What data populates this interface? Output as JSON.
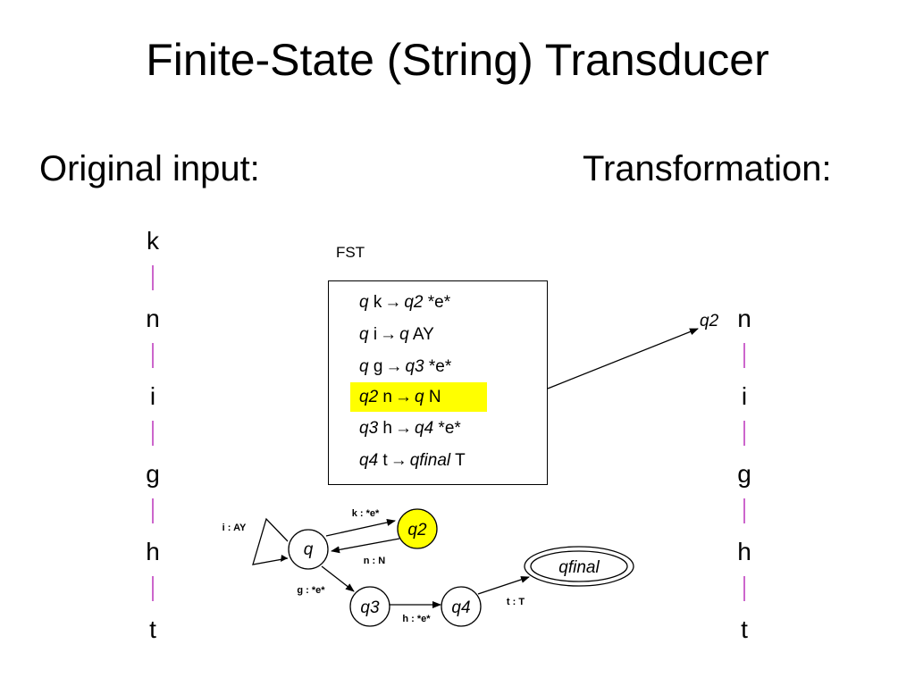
{
  "title": "Finite-State (String) Transducer",
  "left_heading": "Original input:",
  "right_heading": "Transformation:",
  "fst_label": "FST",
  "input_letters": [
    "k",
    "n",
    "i",
    "g",
    "h",
    "t"
  ],
  "output_state_tag": "q2",
  "output_letters": [
    "n",
    "i",
    "g",
    "h",
    "t"
  ],
  "rules": [
    {
      "from": "q",
      "input": "k",
      "arrow": "→",
      "to": "q2",
      "output": "*e*"
    },
    {
      "from": "q",
      "input": "i",
      "arrow": "→",
      "to": "q",
      "output": "AY"
    },
    {
      "from": "q",
      "input": "g",
      "arrow": "→",
      "to": "q3",
      "output": "*e*"
    },
    {
      "from": "q2",
      "input": "n",
      "arrow": "→",
      "to": "q",
      "output": "N"
    },
    {
      "from": "q3",
      "input": "h",
      "arrow": "→",
      "to": "q4",
      "output": "*e*"
    },
    {
      "from": "q4",
      "input": "t",
      "arrow": "→",
      "to": "qfinal",
      "output": "T"
    }
  ],
  "highlighted_rule_index": 3,
  "colors": {
    "highlight": "#ffff00",
    "tape_bar": "#cc66cc",
    "stroke": "#000000"
  },
  "diagram": {
    "states": {
      "q": "q",
      "q2": "q2",
      "q3": "q3",
      "q4": "q4",
      "qfinal": "qfinal"
    },
    "edges": {
      "q_q2": "k : *e*",
      "q2_q": "n : N",
      "q_self": "i : AY",
      "q_q3": "g : *e*",
      "q3_q4": "h : *e*",
      "q4_qfinal": "t : T"
    }
  }
}
